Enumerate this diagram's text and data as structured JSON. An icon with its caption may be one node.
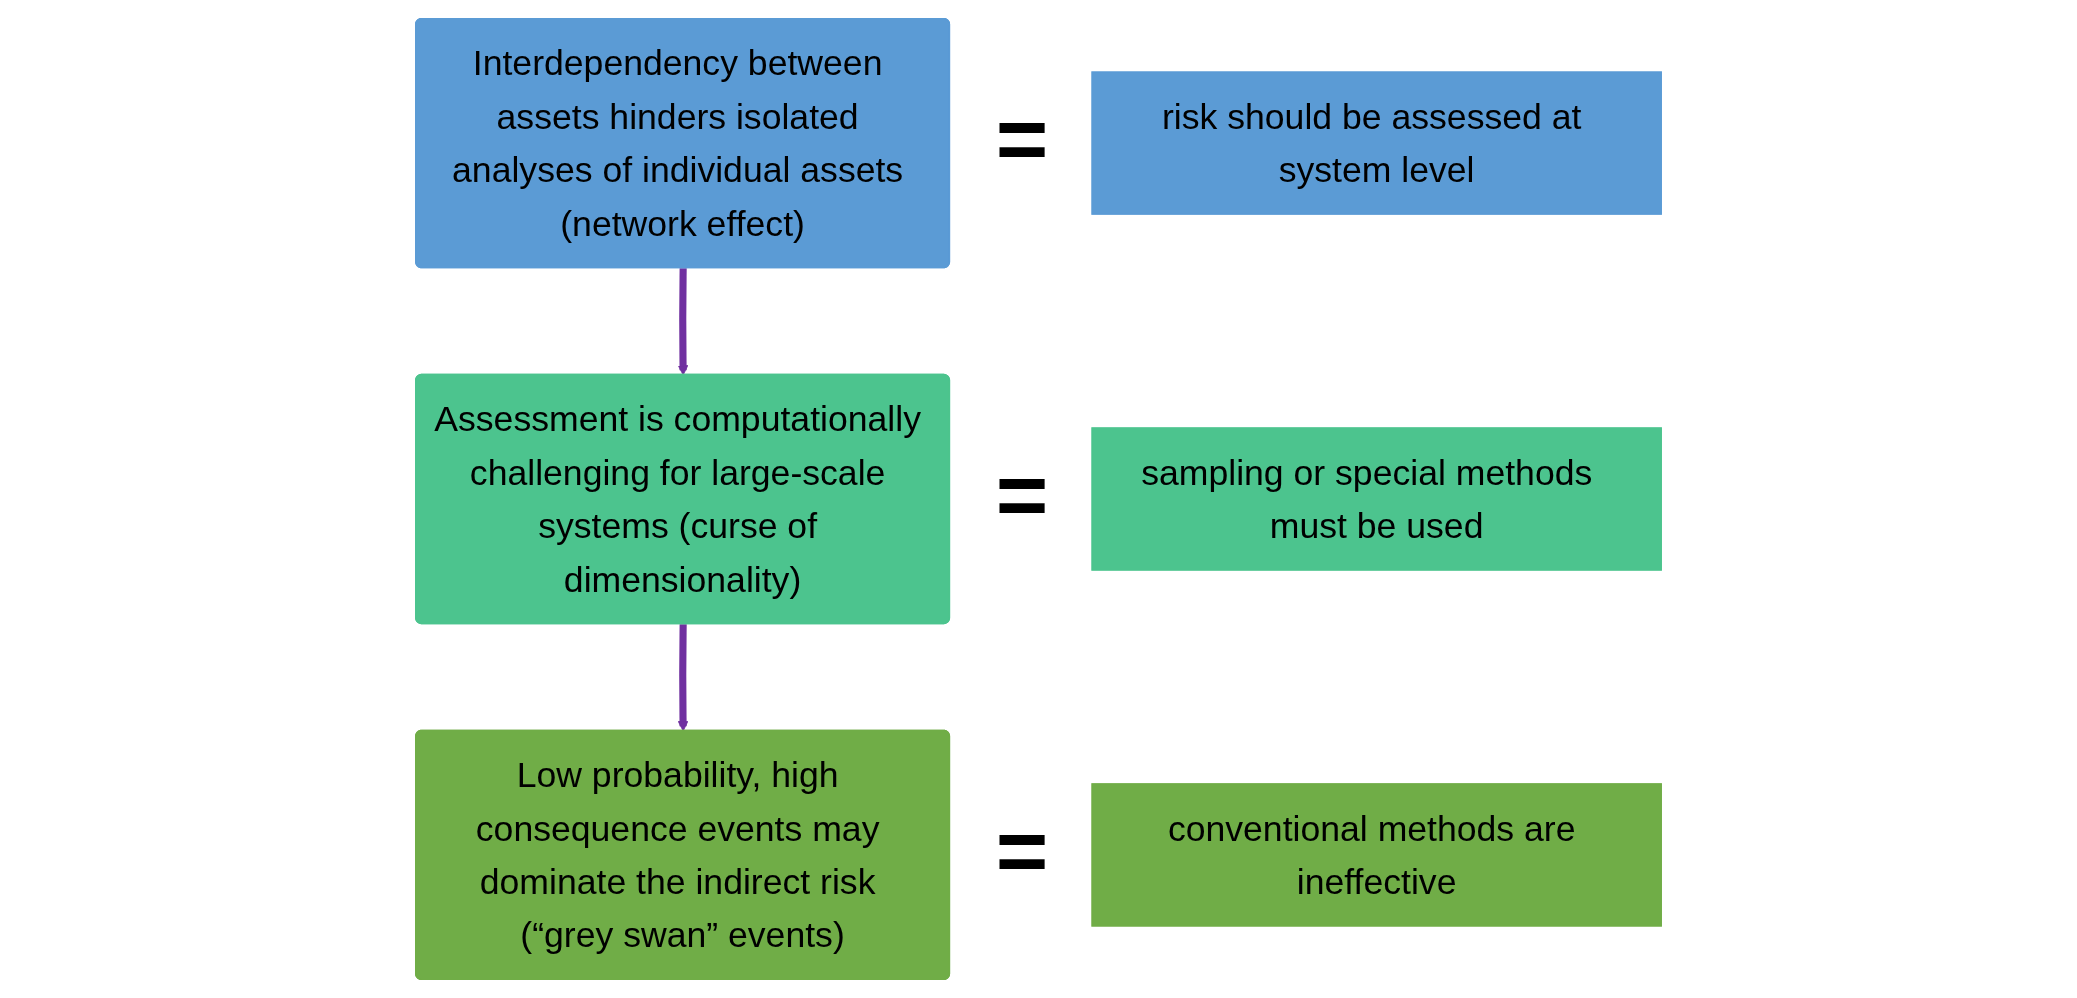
{
  "diagram": {
    "nodes": [
      {
        "text": [
          "Interdependency between assets hinders isolated analyses of individual assets (network effect)"
        ]
      },
      {
        "text": [
          "Assessment is computationally challenging for large-scale systems (curse of dimensionality)"
        ]
      },
      {
        "text": [
          "Low probability, high consequence events may dominate the indirect risk (“grey swan” events)"
        ]
      },
      {
        "text": [
          "risk should be assessed at system level"
        ]
      },
      {
        "text": [
          "sampling or special methods  must be used"
        ]
      },
      {
        "text": [
          "conventional methods are ineffective"
        ]
      }
    ],
    "edges": [
      {
        "from": 0,
        "to": 1,
        "arrow": "to"
      },
      {
        "from": 1,
        "to": 2,
        "arrow": "to"
      }
    ],
    "labels": [
      "=",
      "=",
      "="
    ]
  }
}
